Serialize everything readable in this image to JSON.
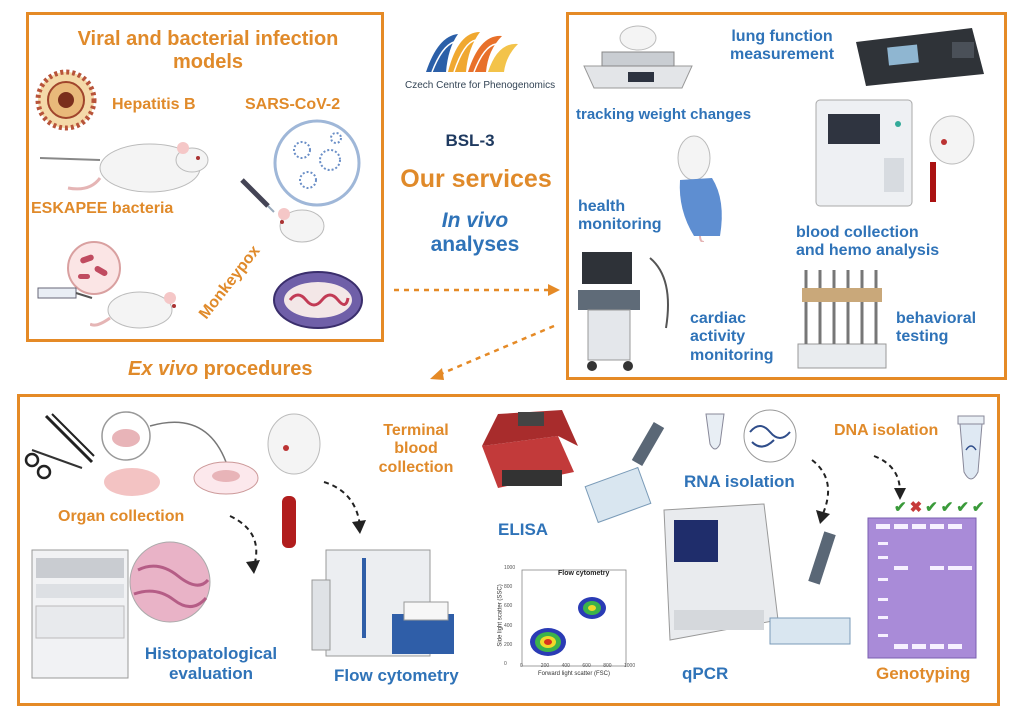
{
  "center": {
    "logo_text": "Czech Centre for Phenogenomics",
    "bsl": "BSL-3",
    "our_services": "Our services",
    "in_vivo_italic": "In vivo",
    "in_vivo_rest": "analyses"
  },
  "infection_box": {
    "title_line1": "Viral and bacterial infection",
    "title_line2": "models",
    "hepatitis": "Hepatitis B",
    "sars": "SARS-CoV-2",
    "eskapee": "ESKAPEE bacteria",
    "monkeypox": "Monkeypox"
  },
  "invivo_box": {
    "weight": "tracking weight changes",
    "lung_line1": "lung function",
    "lung_line2": "measurement",
    "health_line1": "health",
    "health_line2": "monitoring",
    "blood_line1": "blood collection",
    "blood_line2": "and hemo analysis",
    "cardiac_line1": "cardiac",
    "cardiac_line2": "activity",
    "cardiac_line3": "monitoring",
    "behav_line1": "behavioral",
    "behav_line2": "testing"
  },
  "exvivo": {
    "heading_italic": "Ex vivo",
    "heading_rest": "procedures",
    "organ": "Organ collection",
    "histo_line1": "Histopatological",
    "histo_line2": "evaluation",
    "terminal_line1": "Terminal",
    "terminal_line2": "blood",
    "terminal_line3": "collection",
    "flow": "Flow cytometry",
    "elisa": "ELISA",
    "rna": "RNA isolation",
    "qpcr": "qPCR",
    "dna": "DNA isolation",
    "genotyping": "Genotyping"
  },
  "flow_plot": {
    "title": "Flow cytometry",
    "xlabel": "Forward light scatter (FSC)",
    "ylabel": "Side light scatter (SSC)",
    "x_ticks": [
      "0",
      "200",
      "400",
      "600",
      "800",
      "1000"
    ],
    "y_ticks": [
      "0",
      "200",
      "400",
      "600",
      "800",
      "1000"
    ]
  },
  "genotyping_marks": [
    "✔",
    "✖",
    "✔",
    "✔",
    "✔",
    "✔"
  ],
  "colors": {
    "accent_orange": "#e58a26",
    "label_blue": "#2f73b8",
    "gel_purple": "#a98bd8"
  }
}
